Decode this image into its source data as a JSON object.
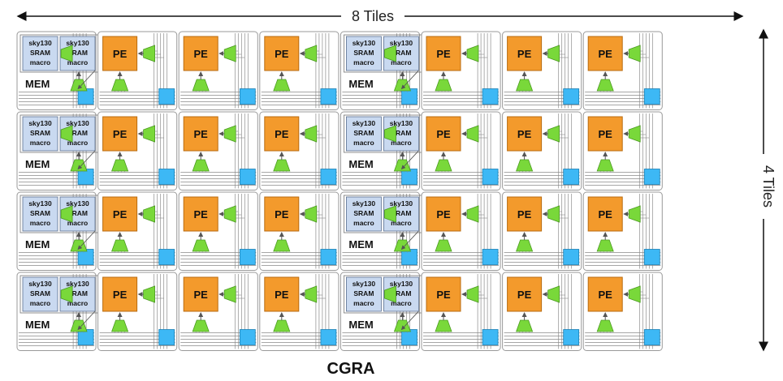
{
  "top_label": "8 Tiles",
  "side_label": "4 Tiles",
  "bottom_label": "CGRA",
  "tile_columns": [
    "MEM",
    "PE",
    "PE",
    "PE",
    "MEM",
    "PE",
    "PE",
    "PE"
  ],
  "row_count": 4,
  "pe_label": "PE",
  "mem_label": "MEM",
  "sram_macro_lines": [
    "sky130",
    "SRAM",
    "macro"
  ],
  "colors": {
    "pe": "#f39a2c",
    "sram": "#c9d9f0",
    "switch_box": "#3db8f5",
    "mux": "#79d83a",
    "wire": "#8a8a8a",
    "tile_border": "#9a9a9a"
  }
}
